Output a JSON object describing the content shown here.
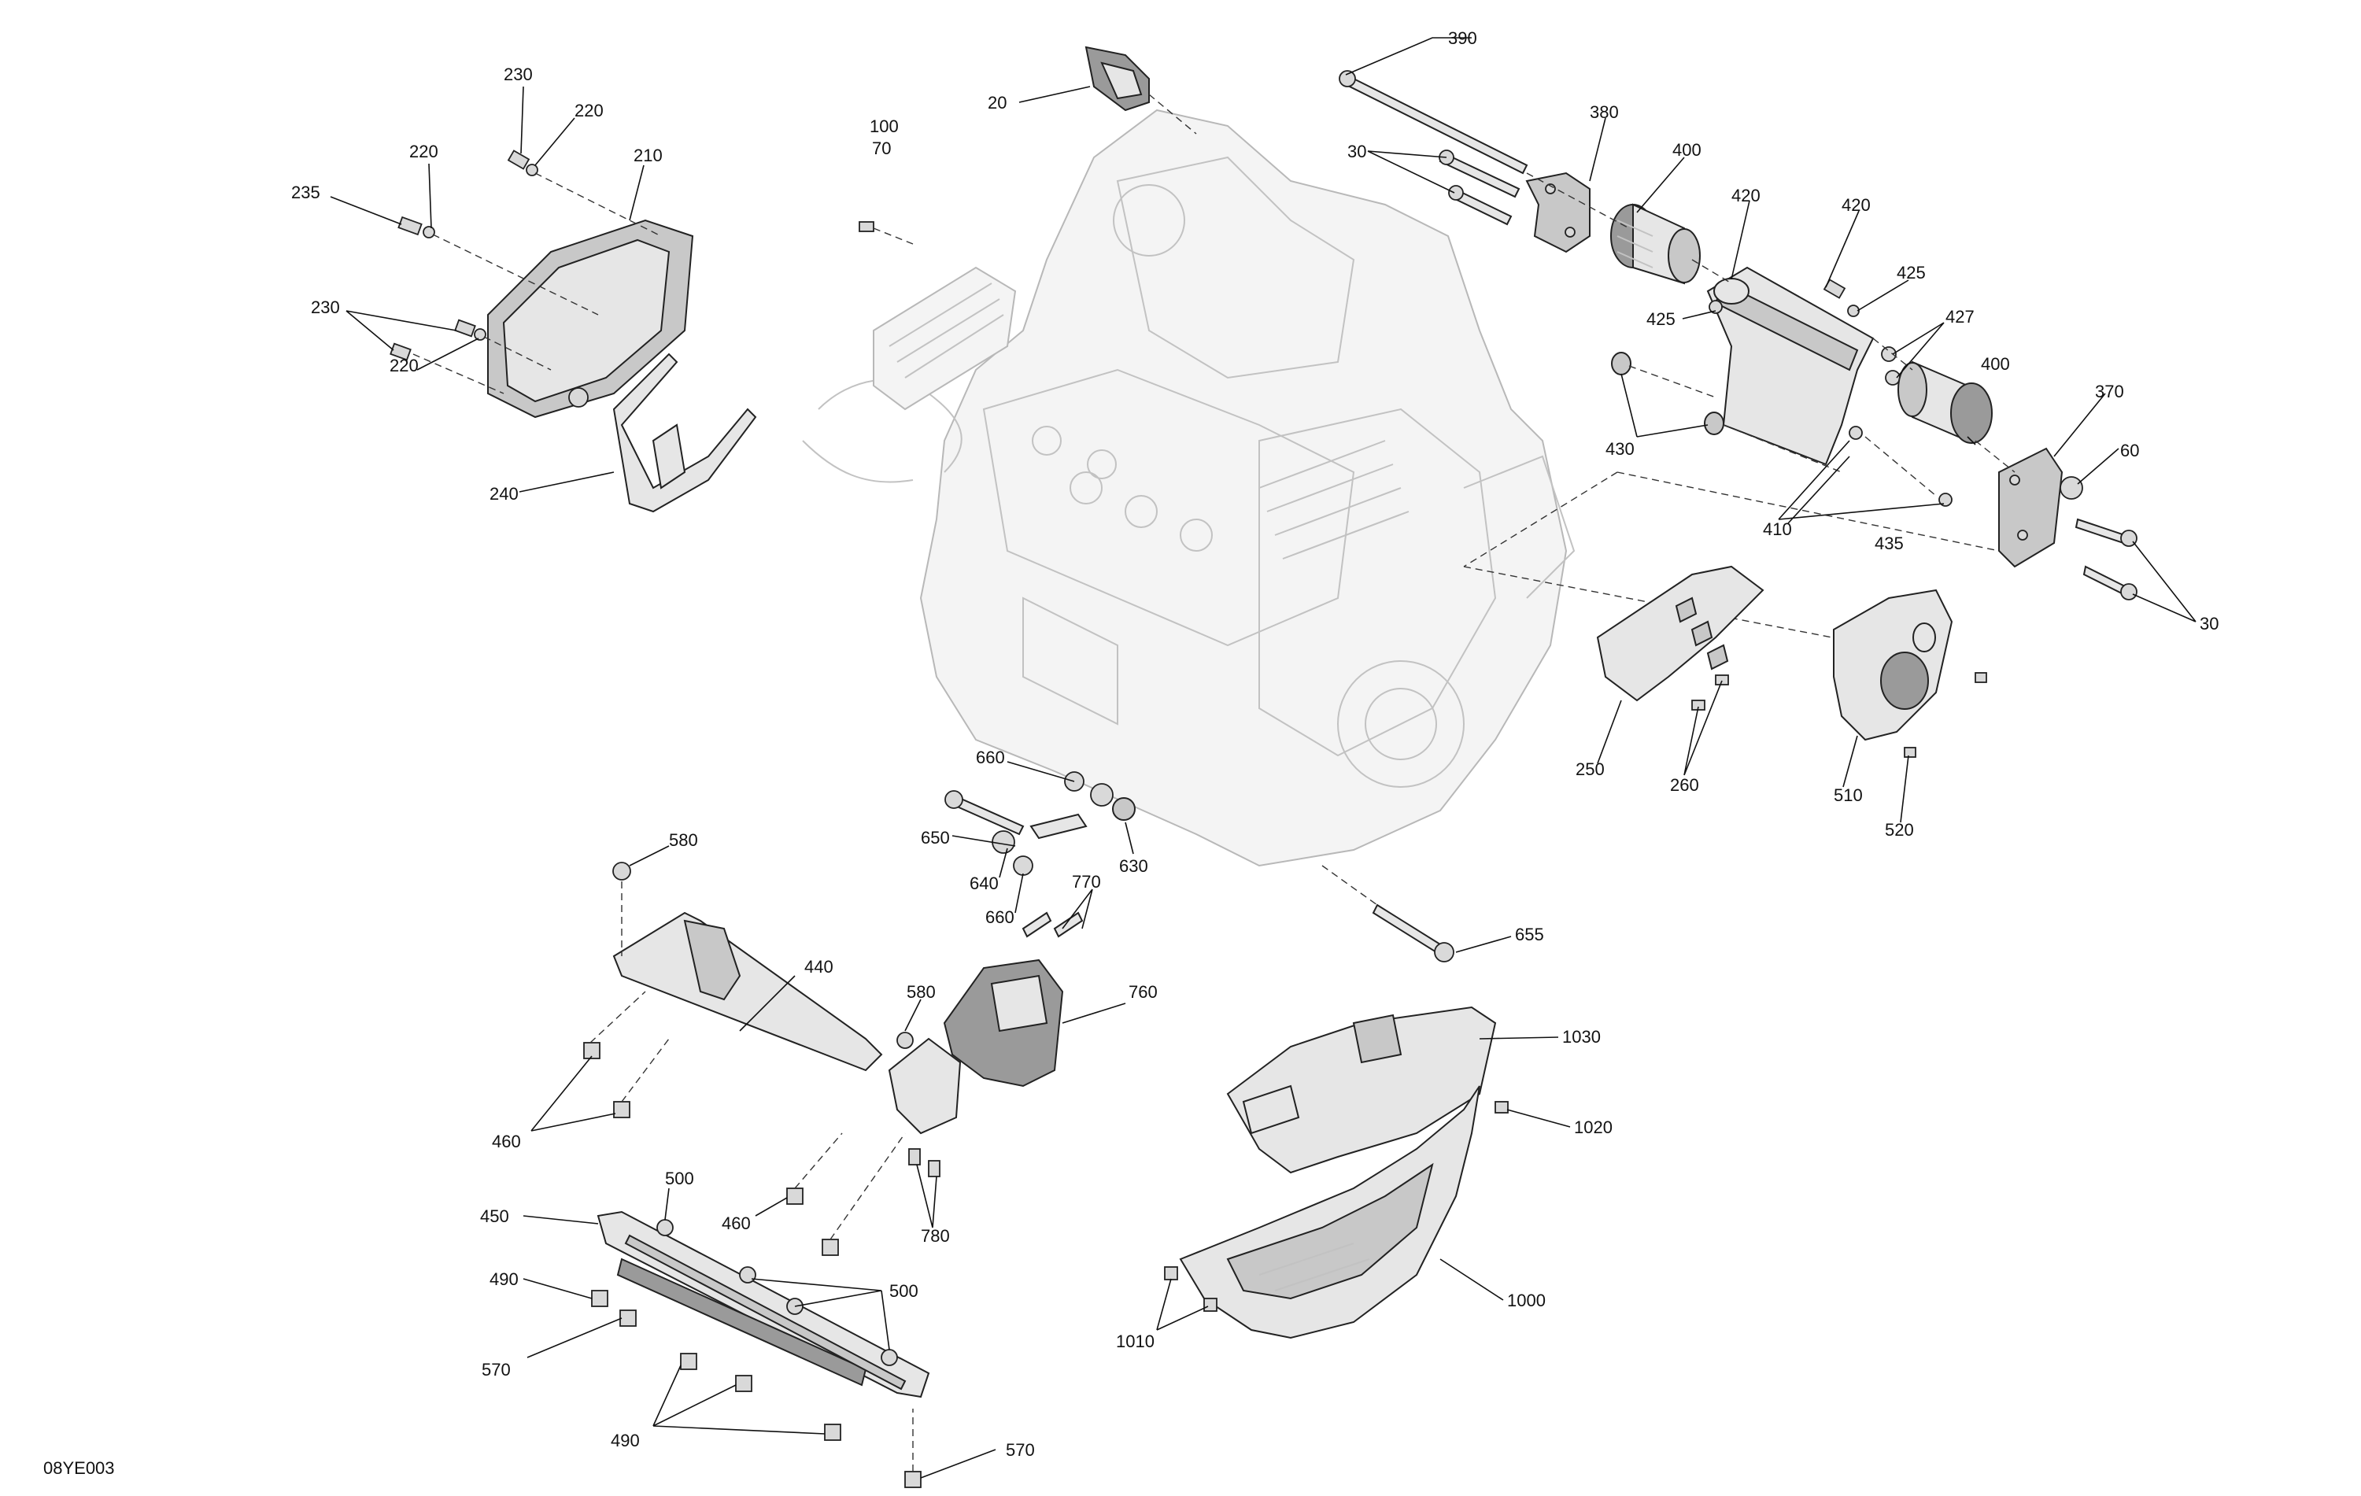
{
  "figure": {
    "reference_code": "08YE003",
    "callouts": {
      "c20": "20",
      "c30a": "30",
      "c30b": "30",
      "c60": "60",
      "c100_70": "100\n70",
      "c210": "210",
      "c220a": "220",
      "c220b": "220",
      "c220c": "220",
      "c230a": "230",
      "c230b": "230",
      "c235": "235",
      "c240": "240",
      "c250": "250",
      "c260": "260",
      "c370": "370",
      "c380": "380",
      "c390": "390",
      "c400a": "400",
      "c400b": "400",
      "c410": "410",
      "c420a": "420",
      "c420b": "420",
      "c425a": "425",
      "c425b": "425",
      "c427": "427",
      "c430": "430",
      "c435": "435",
      "c440": "440",
      "c450": "450",
      "c460a": "460",
      "c460b": "460",
      "c490a": "490",
      "c490b": "490",
      "c500a": "500",
      "c500b": "500",
      "c510": "510",
      "c520": "520",
      "c570a": "570",
      "c570b": "570",
      "c580a": "580",
      "c580b": "580",
      "c630": "630",
      "c640": "640",
      "c650": "650",
      "c655": "655",
      "c660a": "660",
      "c660b": "660",
      "c760": "760",
      "c770": "770",
      "c780": "780",
      "c1000": "1000",
      "c1010": "1010",
      "c1020": "1020",
      "c1030": "1030"
    }
  }
}
